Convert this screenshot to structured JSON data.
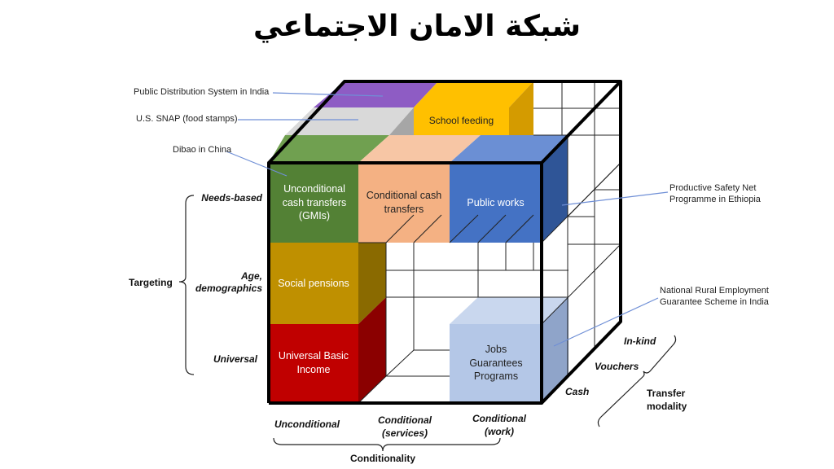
{
  "title": "شبكة الامان الاجتماعي",
  "cells": {
    "gmi": "Unconditional cash transfers (GMIs)",
    "cct": "Conditional cash transfers",
    "public_works": "Public works",
    "social_pensions": "Social pensions",
    "ubi": "Universal Basic Income",
    "jobs": "Jobs Guarantees Programs",
    "school_feeding": "School feeding"
  },
  "callouts": {
    "pds": "Public Distribution System in India",
    "snap": "U.S. SNAP (food stamps)",
    "dibao": "Dibao in China",
    "psnp": "Productive Safety Net Programme in Ethiopia",
    "nrega": "National Rural Employment Guarantee Scheme in India"
  },
  "targeting": {
    "label": "Targeting",
    "needs": "Needs-based",
    "age": "Age, demographics",
    "universal": "Universal"
  },
  "conditionality": {
    "label": "Conditionality",
    "unconditional": "Unconditional",
    "services": "Conditional (services)",
    "work": "Conditional (work)"
  },
  "modality": {
    "label": "Transfer modality",
    "cash": "Cash",
    "vouchers": "Vouchers",
    "inkind": "In-kind"
  },
  "colors": {
    "green": "#538135",
    "peach": "#f4b183",
    "blue": "#4472c4",
    "gold": "#bf9000",
    "red": "#c00000",
    "lightblue": "#b4c7e7",
    "purple": "#7030a0",
    "yellow": "#ffc000",
    "gray": "#d0d0d0"
  }
}
